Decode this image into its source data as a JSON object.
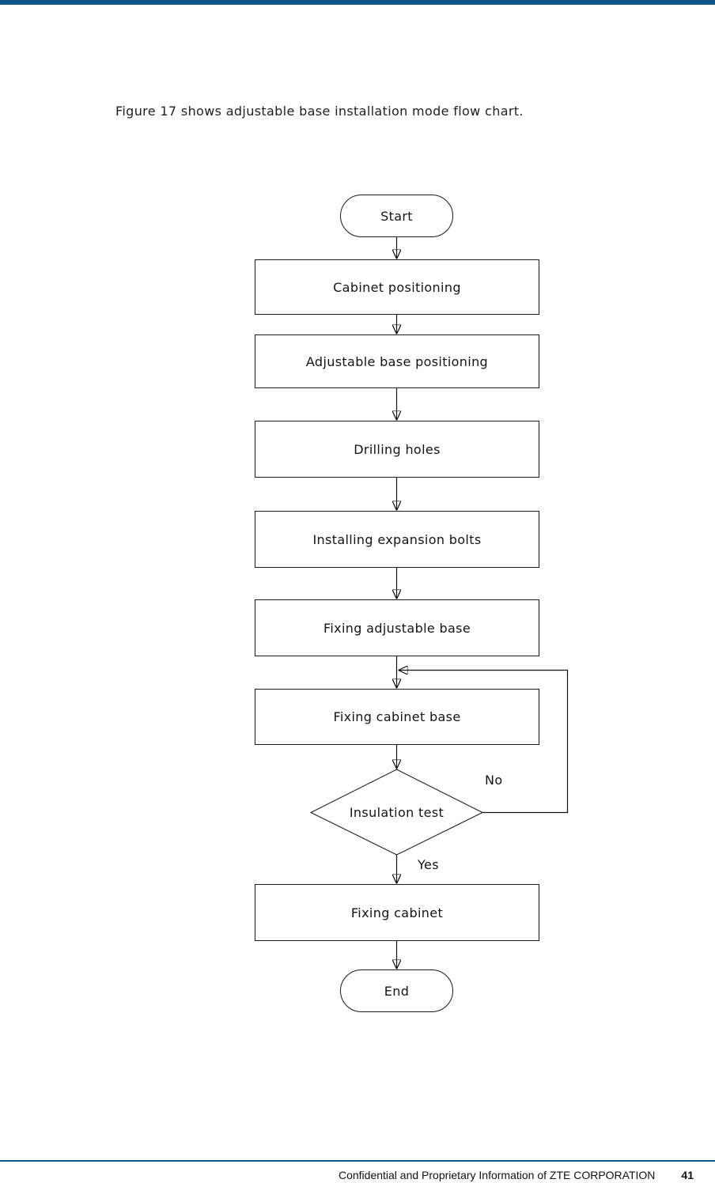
{
  "caption": {
    "text": "Figure 17 shows adjustable base installation mode flow chart."
  },
  "flowchart": {
    "title": "Adjustable base installation mode flow chart",
    "nodes": [
      {
        "id": "start",
        "type": "terminator",
        "label": "Start"
      },
      {
        "id": "cabinet-positioning",
        "type": "process",
        "label": "Cabinet positioning"
      },
      {
        "id": "adjustable-base-positioning",
        "type": "process",
        "label": "Adjustable base positioning"
      },
      {
        "id": "drilling-holes",
        "type": "process",
        "label": "Drilling holes"
      },
      {
        "id": "installing-expansion-bolts",
        "type": "process",
        "label": "Installing expansion bolts"
      },
      {
        "id": "fixing-adjustable-base",
        "type": "process",
        "label": "Fixing adjustable base"
      },
      {
        "id": "fixing-cabinet-base",
        "type": "process",
        "label": "Fixing cabinet base"
      },
      {
        "id": "insulation-test",
        "type": "decision",
        "label": "Insulation test"
      },
      {
        "id": "fixing-cabinet",
        "type": "process",
        "label": "Fixing cabinet"
      },
      {
        "id": "end",
        "type": "terminator",
        "label": "End"
      }
    ],
    "edges": [
      {
        "from": "start",
        "to": "cabinet-positioning",
        "label": ""
      },
      {
        "from": "cabinet-positioning",
        "to": "adjustable-base-positioning",
        "label": ""
      },
      {
        "from": "adjustable-base-positioning",
        "to": "drilling-holes",
        "label": ""
      },
      {
        "from": "drilling-holes",
        "to": "installing-expansion-bolts",
        "label": ""
      },
      {
        "from": "installing-expansion-bolts",
        "to": "fixing-adjustable-base",
        "label": ""
      },
      {
        "from": "fixing-adjustable-base",
        "to": "fixing-cabinet-base",
        "label": ""
      },
      {
        "from": "fixing-cabinet-base",
        "to": "insulation-test",
        "label": ""
      },
      {
        "from": "insulation-test",
        "to": "fixing-cabinet-base",
        "label": "No"
      },
      {
        "from": "insulation-test",
        "to": "fixing-cabinet",
        "label": "Yes"
      },
      {
        "from": "fixing-cabinet",
        "to": "end",
        "label": ""
      }
    ],
    "edge_labels": {
      "no": "No",
      "yes": "Yes"
    }
  },
  "footer": {
    "text": "Confidential and Proprietary Information of ZTE CORPORATION",
    "page_number": "41"
  },
  "colors": {
    "accent_bar": "#0e5484",
    "footer_rule": "#0e5484",
    "diagram_line": "#111111",
    "text": "#141414"
  }
}
